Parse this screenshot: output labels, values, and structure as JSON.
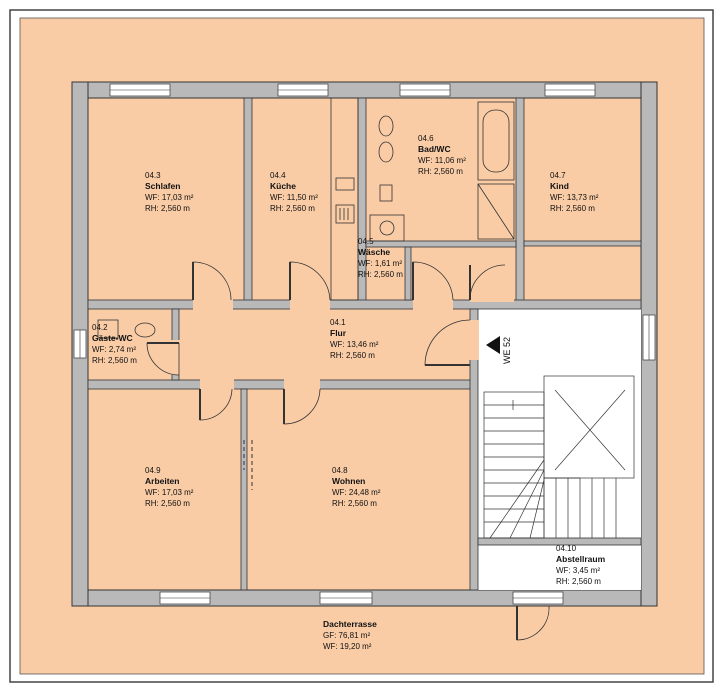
{
  "colors": {
    "page_background": "#f9cca6",
    "wall_fill": "#b9b9b9",
    "wall_stroke": "#333333",
    "window": "#ffffff",
    "stair_background": "#ffffff"
  },
  "rooms": [
    {
      "id": "04.3",
      "name": "Schlafen",
      "wf": "WF: 17,03 m²",
      "rh": "RH: 2,560 m"
    },
    {
      "id": "04.4",
      "name": "Küche",
      "wf": "WF: 11,50 m²",
      "rh": "RH: 2,560 m"
    },
    {
      "id": "04.5",
      "name": "Wäsche",
      "wf": "WF: 1,61 m²",
      "rh": "RH: 2,560 m"
    },
    {
      "id": "04.6",
      "name": "Bad/WC",
      "wf": "WF: 11,06 m²",
      "rh": "RH: 2,560 m"
    },
    {
      "id": "04.7",
      "name": "Kind",
      "wf": "WF: 13,73 m²",
      "rh": "RH: 2,560 m"
    },
    {
      "id": "04.2",
      "name": "Gäste-WC",
      "wf": "WF: 2,74 m²",
      "rh": "RH: 2,560 m"
    },
    {
      "id": "04.1",
      "name": "Flur",
      "wf": "WF: 13,46 m²",
      "rh": "RH: 2,560 m"
    },
    {
      "id": "04.9",
      "name": "Arbeiten",
      "wf": "WF: 17,03 m²",
      "rh": "RH: 2,560 m"
    },
    {
      "id": "04.8",
      "name": "Wohnen",
      "wf": "WF: 24,48 m²",
      "rh": "RH: 2,560 m"
    },
    {
      "id": "04.10",
      "name": "Abstellraum",
      "wf": "WF: 3,45 m²",
      "rh": "RH: 2,560 m"
    }
  ],
  "terrace": {
    "name": "Dachterrasse",
    "gf": "GF: 76,81 m²",
    "wf": "WF: 19,20 m²"
  },
  "stair_tag": "WE 52"
}
